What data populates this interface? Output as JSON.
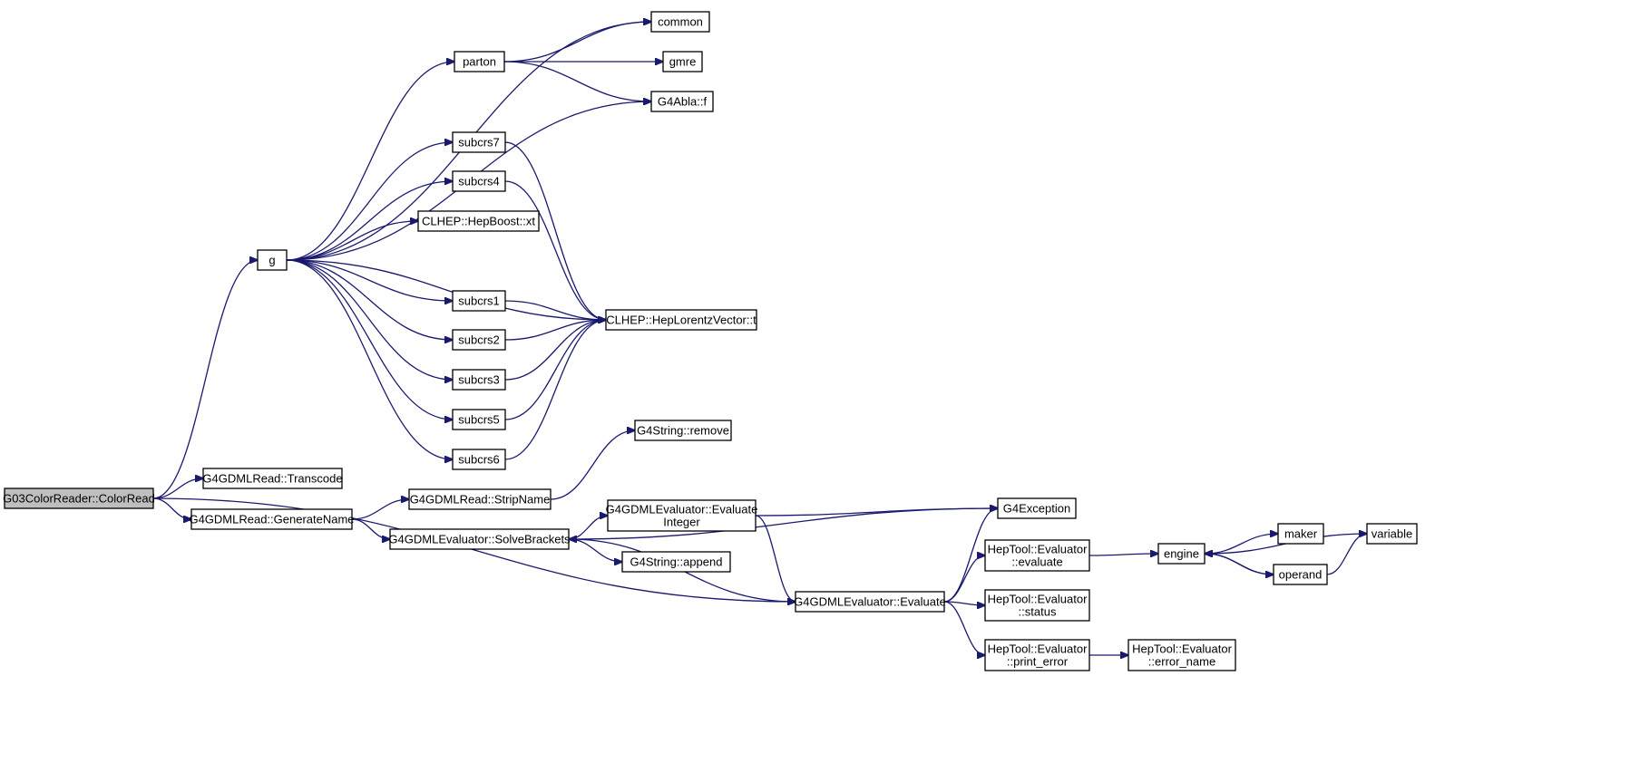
{
  "nodes": [
    {
      "id": "colorread",
      "lines": [
        "G03ColorReader::ColorRead"
      ],
      "root": true
    },
    {
      "id": "g",
      "lines": [
        "g"
      ]
    },
    {
      "id": "common",
      "lines": [
        "common"
      ]
    },
    {
      "id": "parton",
      "lines": [
        "parton"
      ]
    },
    {
      "id": "gmre",
      "lines": [
        "gmre"
      ]
    },
    {
      "id": "abla",
      "lines": [
        "G4Abla::f"
      ]
    },
    {
      "id": "subcrs7",
      "lines": [
        "subcrs7"
      ]
    },
    {
      "id": "subcrs4",
      "lines": [
        "subcrs4"
      ]
    },
    {
      "id": "hepboost",
      "lines": [
        "CLHEP::HepBoost::xt"
      ]
    },
    {
      "id": "subcrs1",
      "lines": [
        "subcrs1"
      ]
    },
    {
      "id": "lorentz",
      "lines": [
        "CLHEP::HepLorentzVector::t"
      ]
    },
    {
      "id": "subcrs2",
      "lines": [
        "subcrs2"
      ]
    },
    {
      "id": "subcrs3",
      "lines": [
        "subcrs3"
      ]
    },
    {
      "id": "subcrs5",
      "lines": [
        "subcrs5"
      ]
    },
    {
      "id": "subcrs6",
      "lines": [
        "subcrs6"
      ]
    },
    {
      "id": "g4remove",
      "lines": [
        "G4String::remove"
      ]
    },
    {
      "id": "transcode",
      "lines": [
        "G4GDMLRead::Transcode"
      ]
    },
    {
      "id": "stripname",
      "lines": [
        "G4GDMLRead::StripName"
      ]
    },
    {
      "id": "generatename",
      "lines": [
        "G4GDMLRead::GenerateName"
      ]
    },
    {
      "id": "g4exception",
      "lines": [
        "G4Exception"
      ]
    },
    {
      "id": "evalint",
      "lines": [
        "G4GDMLEvaluator::Evaluate",
        "Integer"
      ]
    },
    {
      "id": "solvebrackets",
      "lines": [
        "G4GDMLEvaluator::SolveBrackets"
      ]
    },
    {
      "id": "hepeval",
      "lines": [
        "HepTool::Evaluator",
        "::evaluate"
      ]
    },
    {
      "id": "engine",
      "lines": [
        "engine"
      ]
    },
    {
      "id": "maker",
      "lines": [
        "maker"
      ]
    },
    {
      "id": "variable",
      "lines": [
        "variable"
      ]
    },
    {
      "id": "g4append",
      "lines": [
        "G4String::append"
      ]
    },
    {
      "id": "operand",
      "lines": [
        "operand"
      ]
    },
    {
      "id": "gdmleval",
      "lines": [
        "G4GDMLEvaluator::Evaluate"
      ]
    },
    {
      "id": "hepstatus",
      "lines": [
        "HepTool::Evaluator",
        "::status"
      ]
    },
    {
      "id": "hepprint",
      "lines": [
        "HepTool::Evaluator",
        "::print_error"
      ]
    },
    {
      "id": "heperrname",
      "lines": [
        "HepTool::Evaluator",
        "::error_name"
      ]
    }
  ],
  "edges": [
    [
      "colorread",
      "g"
    ],
    [
      "colorread",
      "transcode"
    ],
    [
      "colorread",
      "generatename"
    ],
    [
      "colorread",
      "gdmleval"
    ],
    [
      "g",
      "common"
    ],
    [
      "g",
      "parton"
    ],
    [
      "g",
      "abla"
    ],
    [
      "g",
      "subcrs7"
    ],
    [
      "g",
      "subcrs4"
    ],
    [
      "g",
      "hepboost"
    ],
    [
      "g",
      "lorentz"
    ],
    [
      "g",
      "subcrs1"
    ],
    [
      "g",
      "subcrs2"
    ],
    [
      "g",
      "subcrs3"
    ],
    [
      "g",
      "subcrs5"
    ],
    [
      "g",
      "subcrs6"
    ],
    [
      "parton",
      "common"
    ],
    [
      "parton",
      "gmre"
    ],
    [
      "parton",
      "abla"
    ],
    [
      "subcrs7",
      "lorentz"
    ],
    [
      "subcrs4",
      "lorentz"
    ],
    [
      "subcrs1",
      "lorentz"
    ],
    [
      "subcrs2",
      "lorentz"
    ],
    [
      "subcrs3",
      "lorentz"
    ],
    [
      "subcrs5",
      "lorentz"
    ],
    [
      "subcrs6",
      "lorentz"
    ],
    [
      "generatename",
      "stripname"
    ],
    [
      "generatename",
      "solvebrackets"
    ],
    [
      "stripname",
      "g4remove"
    ],
    [
      "solvebrackets",
      "g4exception"
    ],
    [
      "solvebrackets",
      "evalint"
    ],
    [
      "solvebrackets",
      "g4append"
    ],
    [
      "evalint",
      "g4exception"
    ],
    [
      "evalint",
      "gdmleval"
    ],
    [
      "gdmleval",
      "solvebrackets"
    ],
    [
      "gdmleval",
      "g4exception"
    ],
    [
      "gdmleval",
      "hepeval"
    ],
    [
      "gdmleval",
      "hepstatus"
    ],
    [
      "gdmleval",
      "hepprint"
    ],
    [
      "hepeval",
      "engine"
    ],
    [
      "hepprint",
      "heperrname"
    ],
    [
      "engine",
      "maker"
    ],
    [
      "engine",
      "operand"
    ],
    [
      "operand",
      "engine"
    ],
    [
      "operand",
      "variable"
    ],
    [
      "variable",
      "engine"
    ]
  ],
  "colors": {
    "edge": "#191970",
    "root_fill": "#bfbfbf",
    "node_fill": "#ffffff",
    "node_border": "#000000"
  }
}
